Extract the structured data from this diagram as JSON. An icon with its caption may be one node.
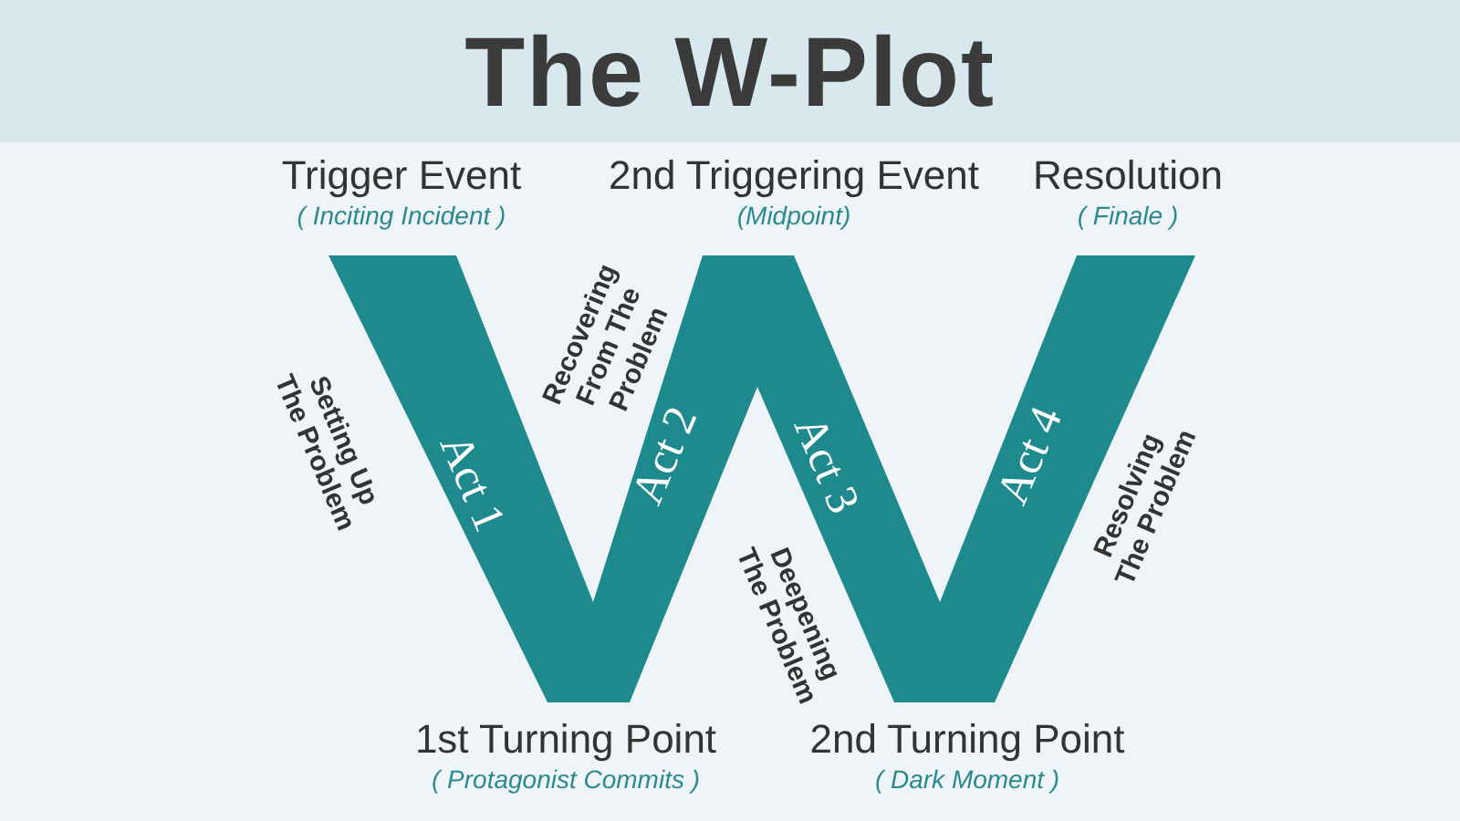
{
  "diagram": {
    "title": "The W-Plot",
    "nodes": [
      {
        "text": [
          "Act 1",
          "Act 2",
          "Act 3",
          "Act 4"
        ]
      }
    ],
    "labels": [
      "Trigger Event",
      "( Inciting Incident )",
      "2nd Triggering Event",
      "(Midpoint)",
      "Resolution",
      "( Finale )",
      "Setting Up The Problem",
      "Recovering From The Problem",
      "Deepening The Problem",
      "Resolving The Problem",
      "1st Turning Point",
      "( Protagonist Commits )",
      "2nd Turning Point",
      "( Dark Moment )"
    ]
  }
}
